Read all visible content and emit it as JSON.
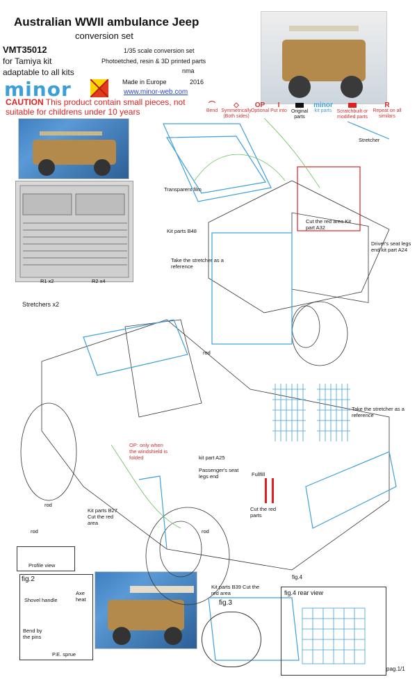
{
  "header": {
    "title": "Australian WWII ambulance Jeep",
    "subtitle": "conversion set",
    "code": "VMT35012",
    "for_kit": "for Tamiya kit",
    "adaptable": "adaptable to all kits",
    "scale": "1/35 scale conversion set",
    "parts": "Photoetched, resin & 3D printed parts",
    "author": "nma",
    "made_in": "Made in Europe",
    "year": "2016",
    "url": "www.minor-web.com",
    "logo": "minor"
  },
  "caution": {
    "label": "CAUTION",
    "text": "This product contain small pieces, not suitable for childrens under 10 years"
  },
  "legend": [
    {
      "sym": "",
      "text": "Bend"
    },
    {
      "sym": "◇",
      "text": "Symmetrically (Both sides)"
    },
    {
      "sym": "OP",
      "text": "Optional"
    },
    {
      "sym": "I",
      "text": "Put into"
    },
    {
      "sym": "",
      "text": "Original parts"
    },
    {
      "sym": "minor",
      "text": "kit parts"
    },
    {
      "sym": "",
      "text": "Scratchbuilt or modified parts"
    },
    {
      "sym": "R",
      "text": "Repeat on all similars"
    }
  ],
  "colors": {
    "accent_blue": "#3d9fd8",
    "red": "#e02020",
    "orange": "#ff7f00"
  },
  "labels": {
    "r1": "R1 x2",
    "r2": "R2 x4",
    "stretchers": "Stretchers x2",
    "transparent": "Transparent film",
    "kit_b48": "Kit parts B48",
    "take_ref": "Take the stretcher as a reference",
    "cut_a32": "Cut the red area Kit part A32",
    "driver_seat": "Driver's seat legs end kit part A24",
    "stretcher": "Stretcher",
    "op_note": "OP: only when the windshield is folded",
    "kit_a25": "kit part A25",
    "pass_seat": "Passenger's seat legs end",
    "fullfill": "Fullfill",
    "cut_red": "Cut the red parts",
    "kit_b27": "Kit parts B27 Cut the red area",
    "kit_b39": "Kit parts B39 Cut the red area",
    "take_ref2": "Take the stretcher as a reference",
    "rod": "rod",
    "profile": "Profile view",
    "fig2": "fig.2",
    "fig3": "fig.3",
    "fig4": "fig.4",
    "fig4rear": "fig.4 rear view",
    "shovel": "Shovel handle",
    "axe": "Axe heat",
    "bend_pins": "Bend by the pins",
    "pe_sprue": "P.E. sprue",
    "page": "pag.1/1"
  }
}
